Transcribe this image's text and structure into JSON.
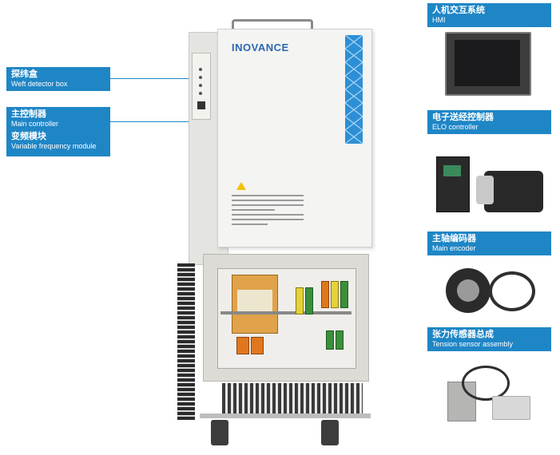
{
  "brand": "INOVANCE",
  "labels_left": [
    {
      "id": "weft",
      "zh": "探纬盒",
      "en": "Weft detector box"
    },
    {
      "id": "main",
      "zh": "主控制器",
      "en": "Main controller"
    },
    {
      "id": "vfm",
      "zh": "变频模块",
      "en": "Variable frequency module"
    }
  ],
  "labels_right": [
    {
      "id": "hmi",
      "zh": "人机交互系统",
      "en": "HMI"
    },
    {
      "id": "elo",
      "zh": "电子送经控制器",
      "en": "ELO controller"
    },
    {
      "id": "enc",
      "zh": "主轴编码器",
      "en": "Main encoder"
    },
    {
      "id": "tension",
      "zh": "张力传感器总成",
      "en": "Tension sensor assembly"
    }
  ],
  "colors": {
    "accent": "#1f86c6",
    "brand_text": "#2b67b3"
  }
}
